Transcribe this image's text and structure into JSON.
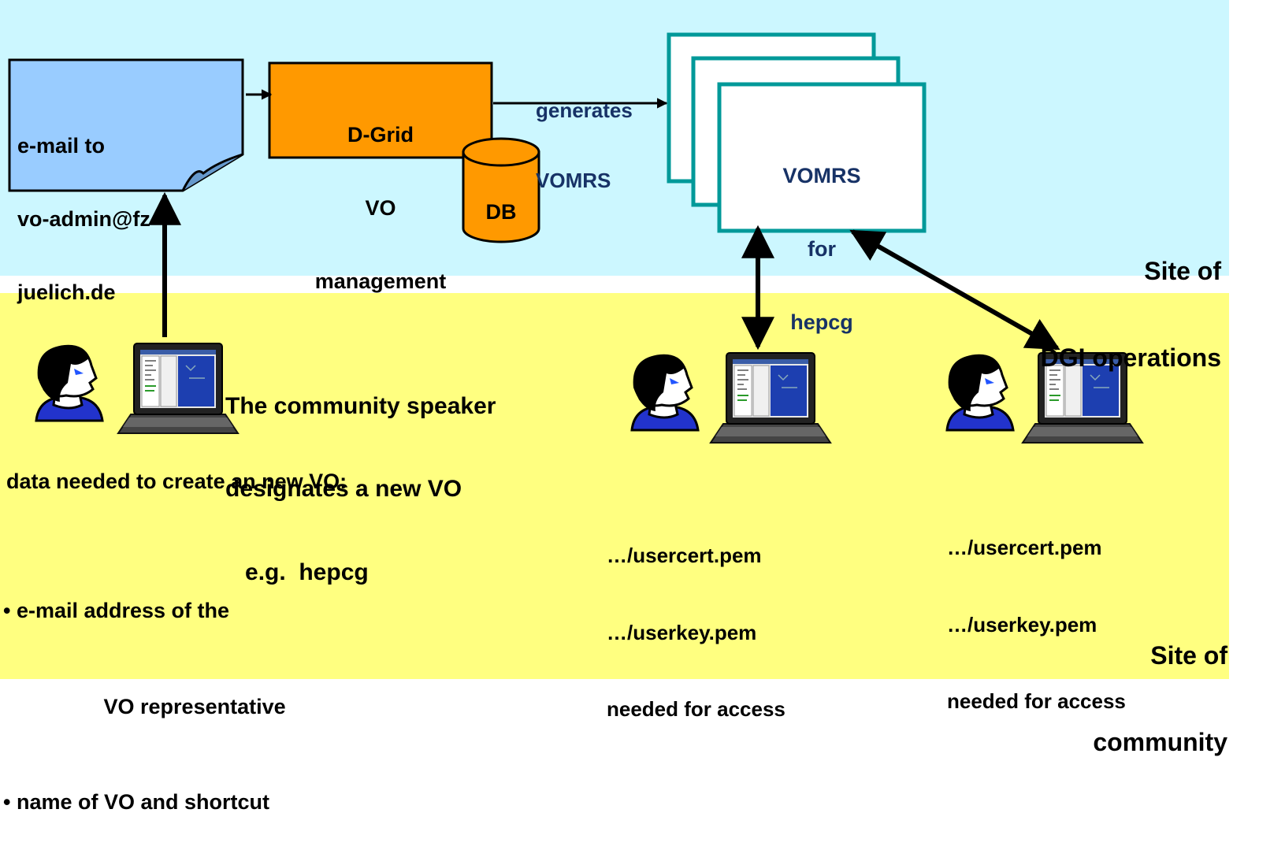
{
  "colors": {
    "top_band": "#ccf7ff",
    "bottom_band": "#ffff80",
    "email_doc": "#99ccff",
    "vo_management": "#ff9900",
    "vomrs_frame": "#009999",
    "label_navy": "#173266"
  },
  "email_box": {
    "lines": [
      "e-mail to",
      "vo-admin@fz-",
      "juelich.de"
    ]
  },
  "vo_management": {
    "lines": [
      "D-Grid",
      "VO",
      "management"
    ]
  },
  "db": {
    "label": "DB"
  },
  "generates_label": {
    "lines": [
      "generates",
      "VOMRS"
    ]
  },
  "vomrs": {
    "lines": [
      "VOMRS",
      "for",
      "hepcg"
    ]
  },
  "site_dgi": {
    "lines": [
      "Site of",
      "DGI operations"
    ]
  },
  "speaker_text": {
    "lines": [
      "The community speaker",
      "designates a new VO",
      "   e.g.  hepcg"
    ]
  },
  "data_needed": {
    "heading": "data needed to create an new VO:",
    "bullets": [
      "• e-mail address of the",
      "                 VO representative",
      "• name of VO and shortcut"
    ]
  },
  "user1_files": {
    "lines": [
      "…/usercert.pem",
      "…/userkey.pem",
      "needed for access"
    ]
  },
  "user2_files": {
    "lines": [
      "…/usercert.pem",
      "…/userkey.pem",
      "needed for access"
    ]
  },
  "site_community": {
    "lines": [
      "Site of",
      "community"
    ]
  },
  "icons": [
    "person-icon",
    "laptop-icon",
    "document-icon",
    "database-icon"
  ]
}
